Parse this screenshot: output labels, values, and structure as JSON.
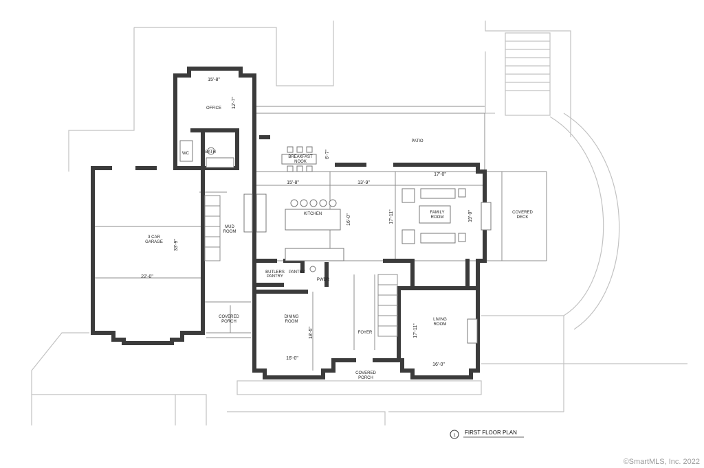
{
  "rooms": {
    "office": "OFFICE",
    "wc": "WC",
    "bath": "BATH",
    "breakfast_nook_1": "BREAKFAST",
    "breakfast_nook_2": "NOOK",
    "patio": "PATIO",
    "kitchen": "KITCHEN",
    "family_room_1": "FAMILY",
    "family_room_2": "ROOM",
    "covered_deck_1": "COVERED",
    "covered_deck_2": "DECK",
    "garage_1": "3 CAR",
    "garage_2": "GARAGE",
    "mud_room_1": "MUD",
    "mud_room_2": "ROOM",
    "butlers_pantry_1": "BUTLERS",
    "butlers_pantry_2": "PANTRY",
    "pantry": "PANTRY",
    "pwdr": "PWDR",
    "covered_porch_side_1": "COVERED",
    "covered_porch_side_2": "PORCH",
    "dining_room_1": "DINING",
    "dining_room_2": "ROOM",
    "foyer": "FOYER",
    "living_room_1": "LIVING",
    "living_room_2": "ROOM",
    "covered_porch_front_1": "COVERED",
    "covered_porch_front_2": "PORCH"
  },
  "dimensions": {
    "office_w": "15'-8\"",
    "office_d": "12'-7\"",
    "nook_d": "6'-7\"",
    "kitchen_w": "15'-8\"",
    "hall_w": "13'-9\"",
    "family_w": "17'-0\"",
    "kitchen_d": "16'-0\"",
    "family_d": "17'-11\"",
    "deck_d": "19'-0\"",
    "garage_w": "22'-0\"",
    "garage_d": "33'-9\"",
    "dining_d": "18'-5\"",
    "dining_w": "16'-0\"",
    "living_d": "17'-11\"",
    "living_w": "16'-0\""
  },
  "plan_title": {
    "number": "1",
    "text": "FIRST FLOOR PLAN"
  },
  "copyright": "©SmartMLS, Inc. 2022"
}
